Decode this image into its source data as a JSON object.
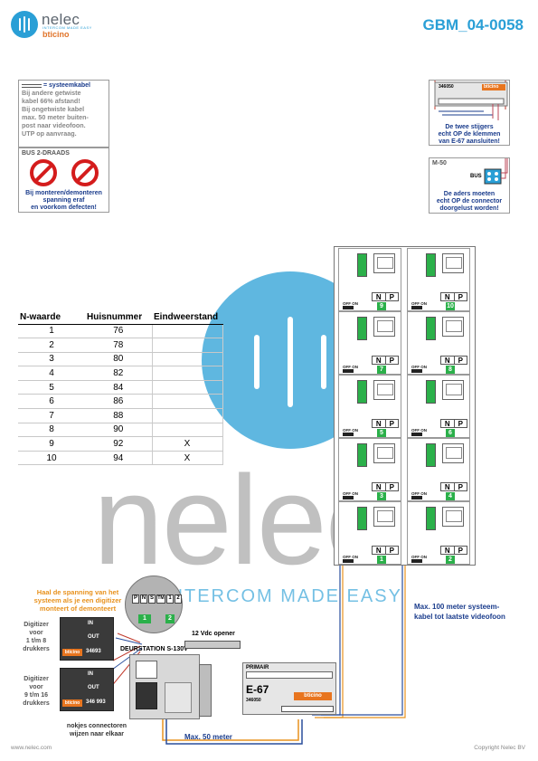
{
  "header": {
    "brand": "nelec",
    "brand_tagline": "INTERCOM MADE EASY",
    "brand_sub": "bticino",
    "doc_code": "GBM_04-0058"
  },
  "info_cable": {
    "legend": "= systeemkabel",
    "lines": [
      "Bij andere getwiste",
      "kabel 66% afstand!",
      "Bij ongetwiste kabel",
      "max. 50 meter buiten-",
      "post naar videofoon.",
      "UTP op aanvraag."
    ]
  },
  "info_bus": {
    "title": "BUS 2-DRAADS",
    "lines": [
      "Bij monteren/demonteren",
      "spanning eraf",
      "en voorkom defecten!"
    ]
  },
  "info_risers": {
    "module_code": "346050",
    "module_brand": "bticino",
    "lines": [
      "De twee stijgers",
      "echt OP de klemmen",
      "van E-67 aansluiten!"
    ]
  },
  "info_m50": {
    "title": "M-50",
    "bus_label": "BUS",
    "lines": [
      "De aders moeten",
      "echt OP de connector",
      "doorgelust worden!"
    ]
  },
  "table": {
    "headers": [
      "N-waarde",
      "Huisnummer",
      "Eindweerstand"
    ],
    "rows": [
      [
        "1",
        "76",
        ""
      ],
      [
        "2",
        "78",
        ""
      ],
      [
        "3",
        "80",
        ""
      ],
      [
        "4",
        "82",
        ""
      ],
      [
        "5",
        "84",
        ""
      ],
      [
        "6",
        "86",
        ""
      ],
      [
        "7",
        "88",
        ""
      ],
      [
        "8",
        "90",
        ""
      ],
      [
        "9",
        "92",
        "X"
      ],
      [
        "10",
        "94",
        "X"
      ]
    ]
  },
  "watermark": {
    "text": "nelec",
    "sub": "INTERCOM MADE EASY"
  },
  "grid": {
    "np_n": "N",
    "np_p": "P",
    "switch_label": "OFF ON",
    "cells": [
      {
        "num": "9"
      },
      {
        "num": "10"
      },
      {
        "num": "7"
      },
      {
        "num": "8"
      },
      {
        "num": "5"
      },
      {
        "num": "6"
      },
      {
        "num": "3"
      },
      {
        "num": "4"
      },
      {
        "num": "1"
      },
      {
        "num": "2"
      }
    ]
  },
  "bottom": {
    "spanning_note": [
      "Haal de spanning van het",
      "systeem als je een digitizer",
      "monteert of demonteert"
    ],
    "digitizer1": [
      "Digitizer",
      "voor",
      "1 t/m 8",
      "drukkers"
    ],
    "digitizer2": [
      "Digitizer",
      "voor",
      "9 t/m 16",
      "drukkers"
    ],
    "digitizer1_code": "34693",
    "digitizer2_code": "346 993",
    "in_label": "IN",
    "out_label": "OUT",
    "bticino": "bticino",
    "terminal_labels": [
      "P",
      "N",
      "S",
      "TM",
      "1",
      "2"
    ],
    "terminal_nums": [
      "1",
      "2"
    ],
    "deurstation": "DEURSTATION S-130V",
    "opener": "12 Vdc opener",
    "nokjes": [
      "nokjes connectoren",
      "wijzen naar elkaar"
    ],
    "primair": "PRIMAIR",
    "e67": "E-67",
    "e67_code": "346050",
    "max50": "Max. 50 meter",
    "max100": [
      "Max. 100 meter systeem-",
      "kabel tot laatste videofoon"
    ]
  },
  "footer": {
    "url": "www.nelec.com",
    "copyright": "Copyright Nelec BV"
  },
  "colors": {
    "accent_blue": "#2a9fd6",
    "text_blue": "#1a3c8c",
    "orange": "#e8921e",
    "green": "#2bb04a",
    "red": "#d41c1c"
  }
}
